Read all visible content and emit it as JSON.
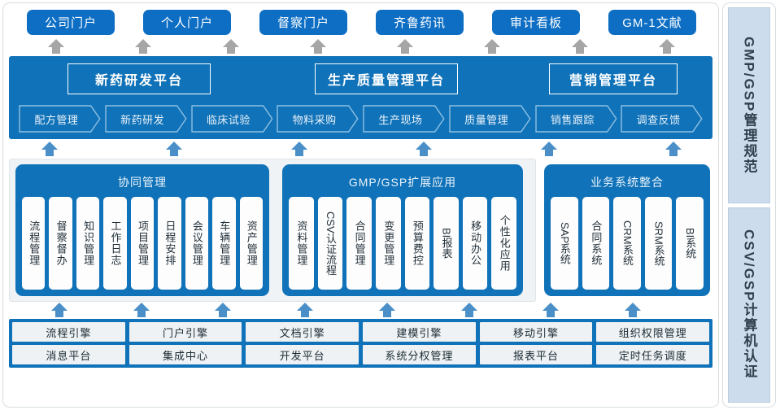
{
  "portals": [
    {
      "label": "公司门户"
    },
    {
      "label": "个人门户"
    },
    {
      "label": "督察门户"
    },
    {
      "label": "齐鲁药讯"
    },
    {
      "label": "审计看板"
    },
    {
      "label": "GM-1文献"
    }
  ],
  "platform": {
    "titles": [
      {
        "label": "新药研发平台"
      },
      {
        "label": "生产质量管理平台"
      },
      {
        "label": "营销管理平台"
      }
    ],
    "steps": [
      {
        "label": "配方管理"
      },
      {
        "label": "新药研发"
      },
      {
        "label": "临床试验"
      },
      {
        "label": "物料采购"
      },
      {
        "label": "生产现场"
      },
      {
        "label": "质量管理"
      },
      {
        "label": "销售跟踪"
      },
      {
        "label": "调查反馈"
      }
    ]
  },
  "panels": [
    {
      "title": "协同管理",
      "items": [
        {
          "label": "流程管理",
          "vertical": true
        },
        {
          "label": "督察督办",
          "vertical": true
        },
        {
          "label": "知识管理",
          "vertical": true
        },
        {
          "label": "工作日志",
          "vertical": true
        },
        {
          "label": "项目管理",
          "vertical": true
        },
        {
          "label": "日程安排",
          "vertical": true
        },
        {
          "label": "会议管理",
          "vertical": true
        },
        {
          "label": "车辆管理",
          "vertical": true
        },
        {
          "label": "资产管理",
          "vertical": true
        }
      ]
    },
    {
      "title": "GMP/GSP扩展应用",
      "items": [
        {
          "label": "资料管理",
          "vertical": true
        },
        {
          "label": "CSV认证流程",
          "vertical": true
        },
        {
          "label": "合同管理",
          "vertical": true
        },
        {
          "label": "变更管理",
          "vertical": true
        },
        {
          "label": "预算费控",
          "vertical": true
        },
        {
          "label": "BI报表",
          "vertical": true
        },
        {
          "label": "移动办公",
          "vertical": true
        },
        {
          "label": "个性化应用",
          "vertical": true
        }
      ]
    },
    {
      "title": "业务系统整合",
      "items": [
        {
          "label": "SAP系统",
          "vertical": true
        },
        {
          "label": "合同系统",
          "vertical": true
        },
        {
          "label": "CRM系统",
          "vertical": true
        },
        {
          "label": "SRM系统",
          "vertical": true
        },
        {
          "label": "BI系统",
          "vertical": true
        }
      ]
    }
  ],
  "engines": {
    "row1": [
      {
        "label": "流程引擎"
      },
      {
        "label": "门户引擎"
      },
      {
        "label": "文档引擎"
      },
      {
        "label": "建模引擎"
      },
      {
        "label": "移动引擎"
      },
      {
        "label": "组织权限管理"
      }
    ],
    "row2": [
      {
        "label": "消息平台"
      },
      {
        "label": "集成中心"
      },
      {
        "label": "开发平台"
      },
      {
        "label": "系统分权管理"
      },
      {
        "label": "报表平台"
      },
      {
        "label": "定时任务调度"
      }
    ]
  },
  "side_labels": [
    {
      "label": "GMP/GSP管理规范"
    },
    {
      "label": "CSV/GSP计算机认证"
    }
  ],
  "colors": {
    "portal_blue": "#0d6ec4",
    "band_blue": "#1072b8",
    "grey_arrow": "#a6a6a6",
    "blue_arrow": "#4a8fc8",
    "panel_chip": "#fdfdfd",
    "engine_cell": "#eef2f4",
    "side_label": "#ccdcec"
  },
  "arrow_counts": {
    "top_grey": 8,
    "platform_to_panels": 6,
    "panels_to_engines": 8
  }
}
